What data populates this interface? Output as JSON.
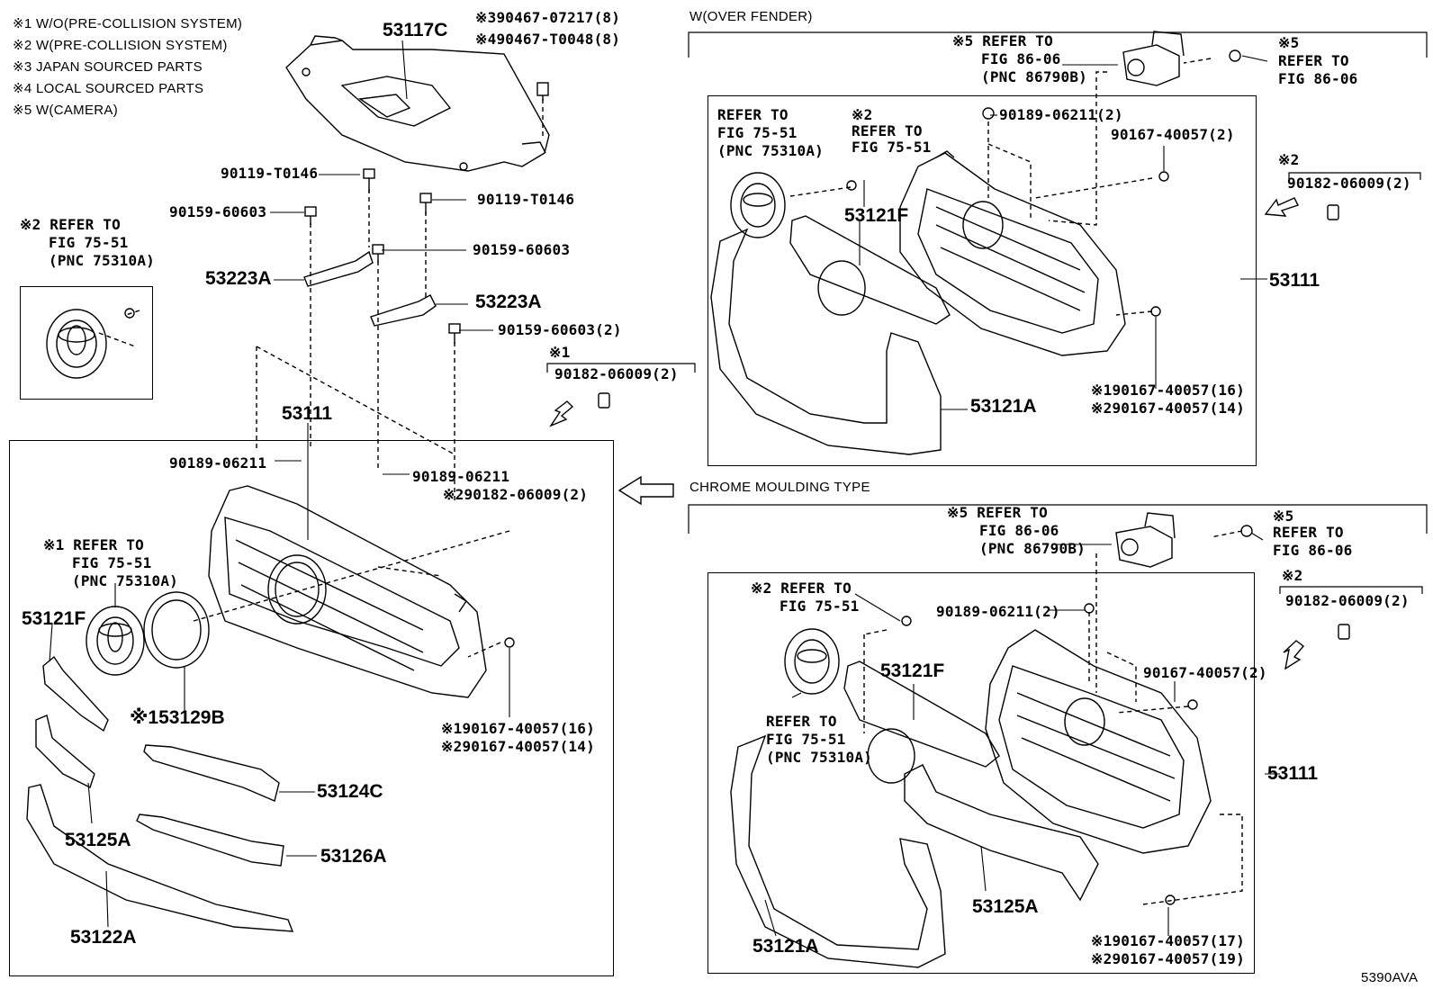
{
  "legend": {
    "note1": "※1 W/O(PRE-COLLISION SYSTEM)",
    "note2": "※2 W(PRE-COLLISION SYSTEM)",
    "note3": "※3 JAPAN SOURCED PARTS",
    "note4": "※4 LOCAL SOURCED PARTS",
    "note5": "※5 W(CAMERA)"
  },
  "left": {
    "p53117C": "53117C",
    "bolt_jp": "※390467-07217(8)",
    "bolt_local": "※490467-T0048(8)",
    "p90119a": "90119-T0146",
    "p90119b": "90119-T0146",
    "p90159a": "90159-60603",
    "p90159b": "90159-60603",
    "p90159c": "90159-60603(2)",
    "p53223A_1": "53223A",
    "p53223A_2": "53223A",
    "ref1": "※2 REFER TO",
    "ref2": "FIG 75-51",
    "ref3": "(PNC 75310A)",
    "clip_note": "※1",
    "clip": "90182-06009(2)",
    "p53111": "53111",
    "p90189a": "90189-06211",
    "p90189b": "90189-06211",
    "p90182": "※290182-06009(2)",
    "eref1": "※1 REFER TO",
    "eref2": "FIG 75-51",
    "eref3": "(PNC 75310A)",
    "p53121F": "53121F",
    "p53129B": "※153129B",
    "s1": "※190167-40057(16)",
    "s2": "※290167-40057(14)",
    "p53124C": "53124C",
    "p53125A": "53125A",
    "p53126A": "53126A",
    "p53122A": "53122A"
  },
  "tr": {
    "header": "W(OVER FENDER)",
    "cam1": "※5 REFER TO",
    "cam2": "FIG 86-06",
    "cam3": "(PNC 86790B)",
    "cr0": "※5",
    "cr1": "REFER TO",
    "cr2": "FIG 86-06",
    "e1": "REFER TO",
    "e2": "FIG 75-51",
    "e3": "(PNC 75310A)",
    "r0": "※2",
    "r1": "REFER TO",
    "r2": "FIG 75-51",
    "p90189": "90189-06211(2)",
    "p90167": "90167-40057(2)",
    "c0": "※2",
    "c1": "90182-06009(2)",
    "p53121F": "53121F",
    "p53111": "53111",
    "p53121A": "53121A",
    "s1": "※190167-40057(16)",
    "s2": "※290167-40057(14)"
  },
  "br": {
    "header": "CHROME MOULDING TYPE",
    "cam1": "※5 REFER TO",
    "cam2": "FIG 86-06",
    "cam3": "(PNC 86790B)",
    "cr0": "※5",
    "cr1": "REFER TO",
    "cr2": "FIG 86-06",
    "r1": "※2 REFER TO",
    "r2": "FIG 75-51",
    "p90189": "90189-06211(2)",
    "p53121F": "53121F",
    "c0": "※2",
    "c1": "90182-06009(2)",
    "p90167": "90167-40057(2)",
    "e1": "REFER TO",
    "e2": "FIG 75-51",
    "e3": "(PNC 75310A)",
    "p53111": "53111",
    "p53125A": "53125A",
    "p53121A": "53121A",
    "s1": "※190167-40057(17)",
    "s2": "※290167-40057(19)"
  },
  "footer": {
    "code": "5390AVA"
  }
}
